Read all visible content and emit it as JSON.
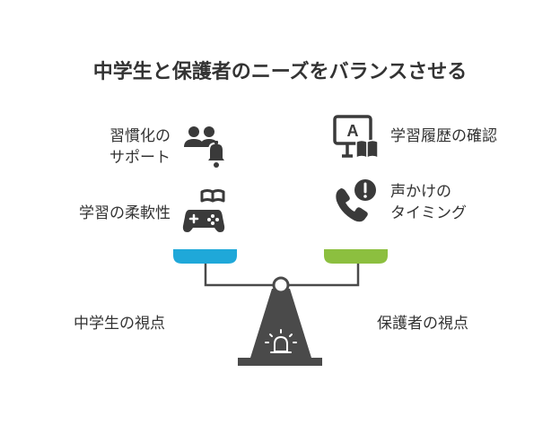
{
  "title": "中学生と保護者のニーズをバランスさせる",
  "left": {
    "side_label": "中学生の視点",
    "items": [
      {
        "lines": [
          "習慣化の",
          "サポート"
        ],
        "icon": "users-bell-icon"
      },
      {
        "lines": [
          "学習の柔軟性"
        ],
        "icon": "gamepad-book-icon"
      }
    ],
    "pan_color": "#1fa8d9"
  },
  "right": {
    "side_label": "保護者の視点",
    "items": [
      {
        "lines": [
          "学習履歴の確認"
        ],
        "icon": "monitor-book-icon"
      },
      {
        "lines": [
          "声かけの",
          "タイミング"
        ],
        "icon": "phone-alert-icon"
      }
    ],
    "pan_color": "#8cbf3f"
  },
  "colors": {
    "dark": "#4a4a4a",
    "icon": "#3a3a3a"
  }
}
